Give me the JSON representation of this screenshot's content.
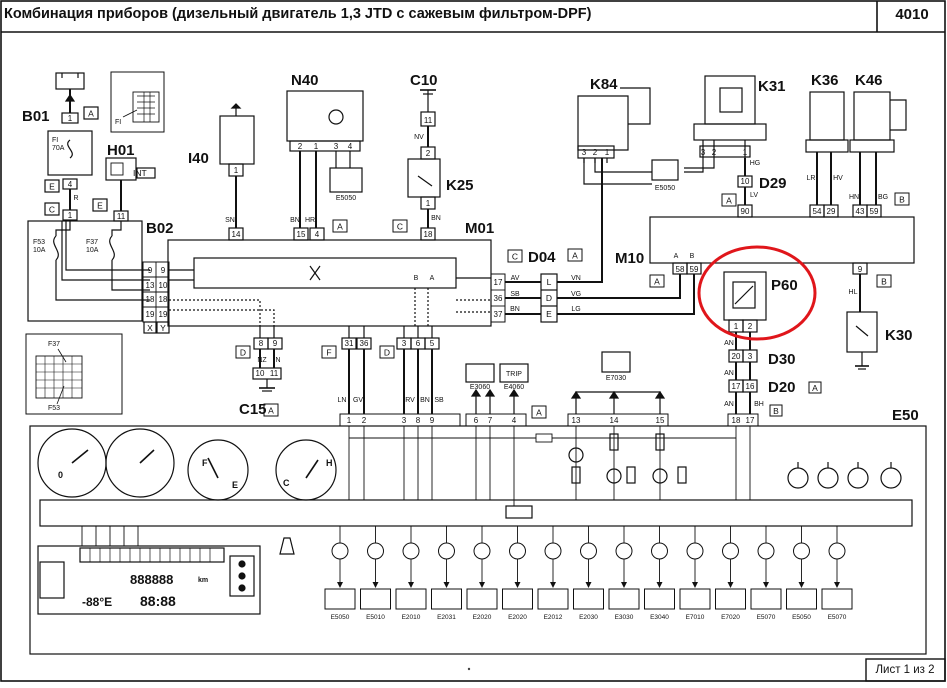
{
  "header": {
    "title": "Комбинация приборов (дизельный двигатель 1,3 JTD с сажевым фильтром-DPF)",
    "sheet_number": "4010"
  },
  "footer": {
    "page_label": "Лист 1 из 2"
  },
  "highlight_color": "#e0161b",
  "components": {
    "b01": "B01",
    "h01": "H01",
    "b02": "B02",
    "i40": "I40",
    "n40": "N40",
    "c10": "C10",
    "k25": "K25",
    "m01": "M01",
    "d04": "D04",
    "k84": "K84",
    "k31": "K31",
    "k36": "K36",
    "k46": "K46",
    "d29": "D29",
    "m10": "M10",
    "p60": "P60",
    "k30": "K30",
    "d30": "D30",
    "d20": "D20",
    "c15": "C15",
    "e50": "E50"
  },
  "fuses": {
    "f1": "FI",
    "f1_rating": "70A",
    "f53": "F53",
    "f53_rating": "10A",
    "f37": "F37",
    "f37_rating": "10A",
    "inset_f37": "F37",
    "inset_f53": "F53"
  },
  "int_label": "INT",
  "connector_tags": {
    "a": "A",
    "b": "B",
    "c": "C",
    "d": "D",
    "e": "E",
    "f": "F",
    "x": "X",
    "y": "Y"
  },
  "pins": {
    "p1": "1",
    "p2": "2",
    "p3": "3",
    "p4": "4",
    "p5": "5",
    "p6": "6",
    "p7": "7",
    "p8": "8",
    "p9": "9",
    "p10": "10",
    "p11": "11",
    "p13": "13",
    "p14": "14",
    "p15": "15",
    "p16": "16",
    "p17": "17",
    "p18": "18",
    "p19": "19",
    "p20": "20",
    "p29": "29",
    "p31": "31",
    "p36": "36",
    "p37": "37",
    "p43": "43",
    "p54": "54",
    "p58": "58",
    "p59": "59",
    "p90": "90"
  },
  "wires": {
    "r": "R",
    "sn": "SN",
    "bn": "BN",
    "hr": "HR",
    "nv": "NV",
    "av": "AV",
    "sb": "SB",
    "vn": "VN",
    "vg": "VG",
    "lg": "LG",
    "hg": "HG",
    "lv": "LV",
    "lr": "LR",
    "hv": "HV",
    "hn": "HN",
    "bg": "BG",
    "hl": "HL",
    "an": "AN",
    "bh": "BH",
    "ln": "LN",
    "gv": "GV",
    "rv": "RV",
    "nz": "NZ",
    "n": "N",
    "sbb": "SB"
  },
  "symbols": {
    "e5050_top": "E5050",
    "e5050_mid": "E5050",
    "e3060": "E3060",
    "e4060": "E4060",
    "e7030": "E7030",
    "trip": "TRIP"
  },
  "ground_symbol": "⊥",
  "bottom_symbols": [
    "E5050",
    "E5010",
    "E2010",
    "E2031",
    "E2020",
    "E2020",
    "E2012",
    "E2030",
    "E3030",
    "E3040",
    "E7010",
    "E7020",
    "E5070",
    "E5050",
    "E5070"
  ],
  "gauges": {
    "speed": {
      "mark": "0"
    },
    "fuel": {
      "f": "F",
      "e": "E"
    },
    "temp": {
      "c": "C",
      "h": "H"
    }
  },
  "lcd": {
    "odo": "888888",
    "km": "km",
    "temp": "-88°E",
    "clock": "88:88"
  }
}
